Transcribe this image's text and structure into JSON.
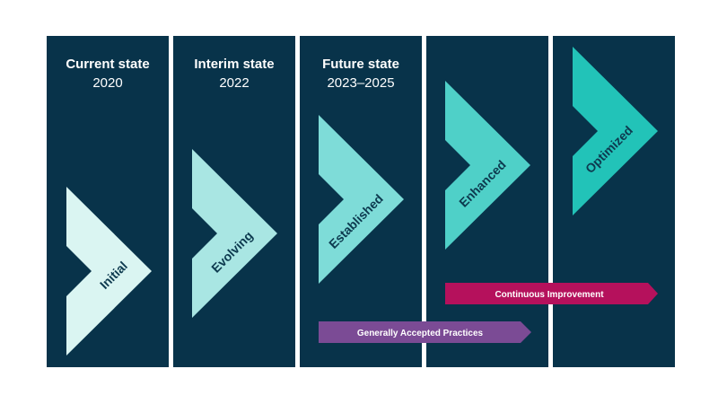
{
  "columns": [
    {
      "title": "Current state",
      "year": "2020"
    },
    {
      "title": "Interim state",
      "year": "2022"
    },
    {
      "title": "Future state",
      "year": "2023–2025"
    },
    {
      "title": "",
      "year": ""
    },
    {
      "title": "",
      "year": ""
    }
  ],
  "stages": [
    {
      "label": "Initial",
      "color": "#daf5f2"
    },
    {
      "label": "Evolving",
      "color": "#a9e6e3"
    },
    {
      "label": "Established",
      "color": "#7edcd8"
    },
    {
      "label": "Enhanced",
      "color": "#4fd0c8"
    },
    {
      "label": "Optimized",
      "color": "#22c3b8"
    }
  ],
  "bars": [
    {
      "label": "Continuous Improvement",
      "color": "#b5115c"
    },
    {
      "label": "Generally Accepted Practices",
      "color": "#7b4b95"
    }
  ],
  "colors": {
    "panel": "#08334a",
    "background": "#ffffff"
  }
}
